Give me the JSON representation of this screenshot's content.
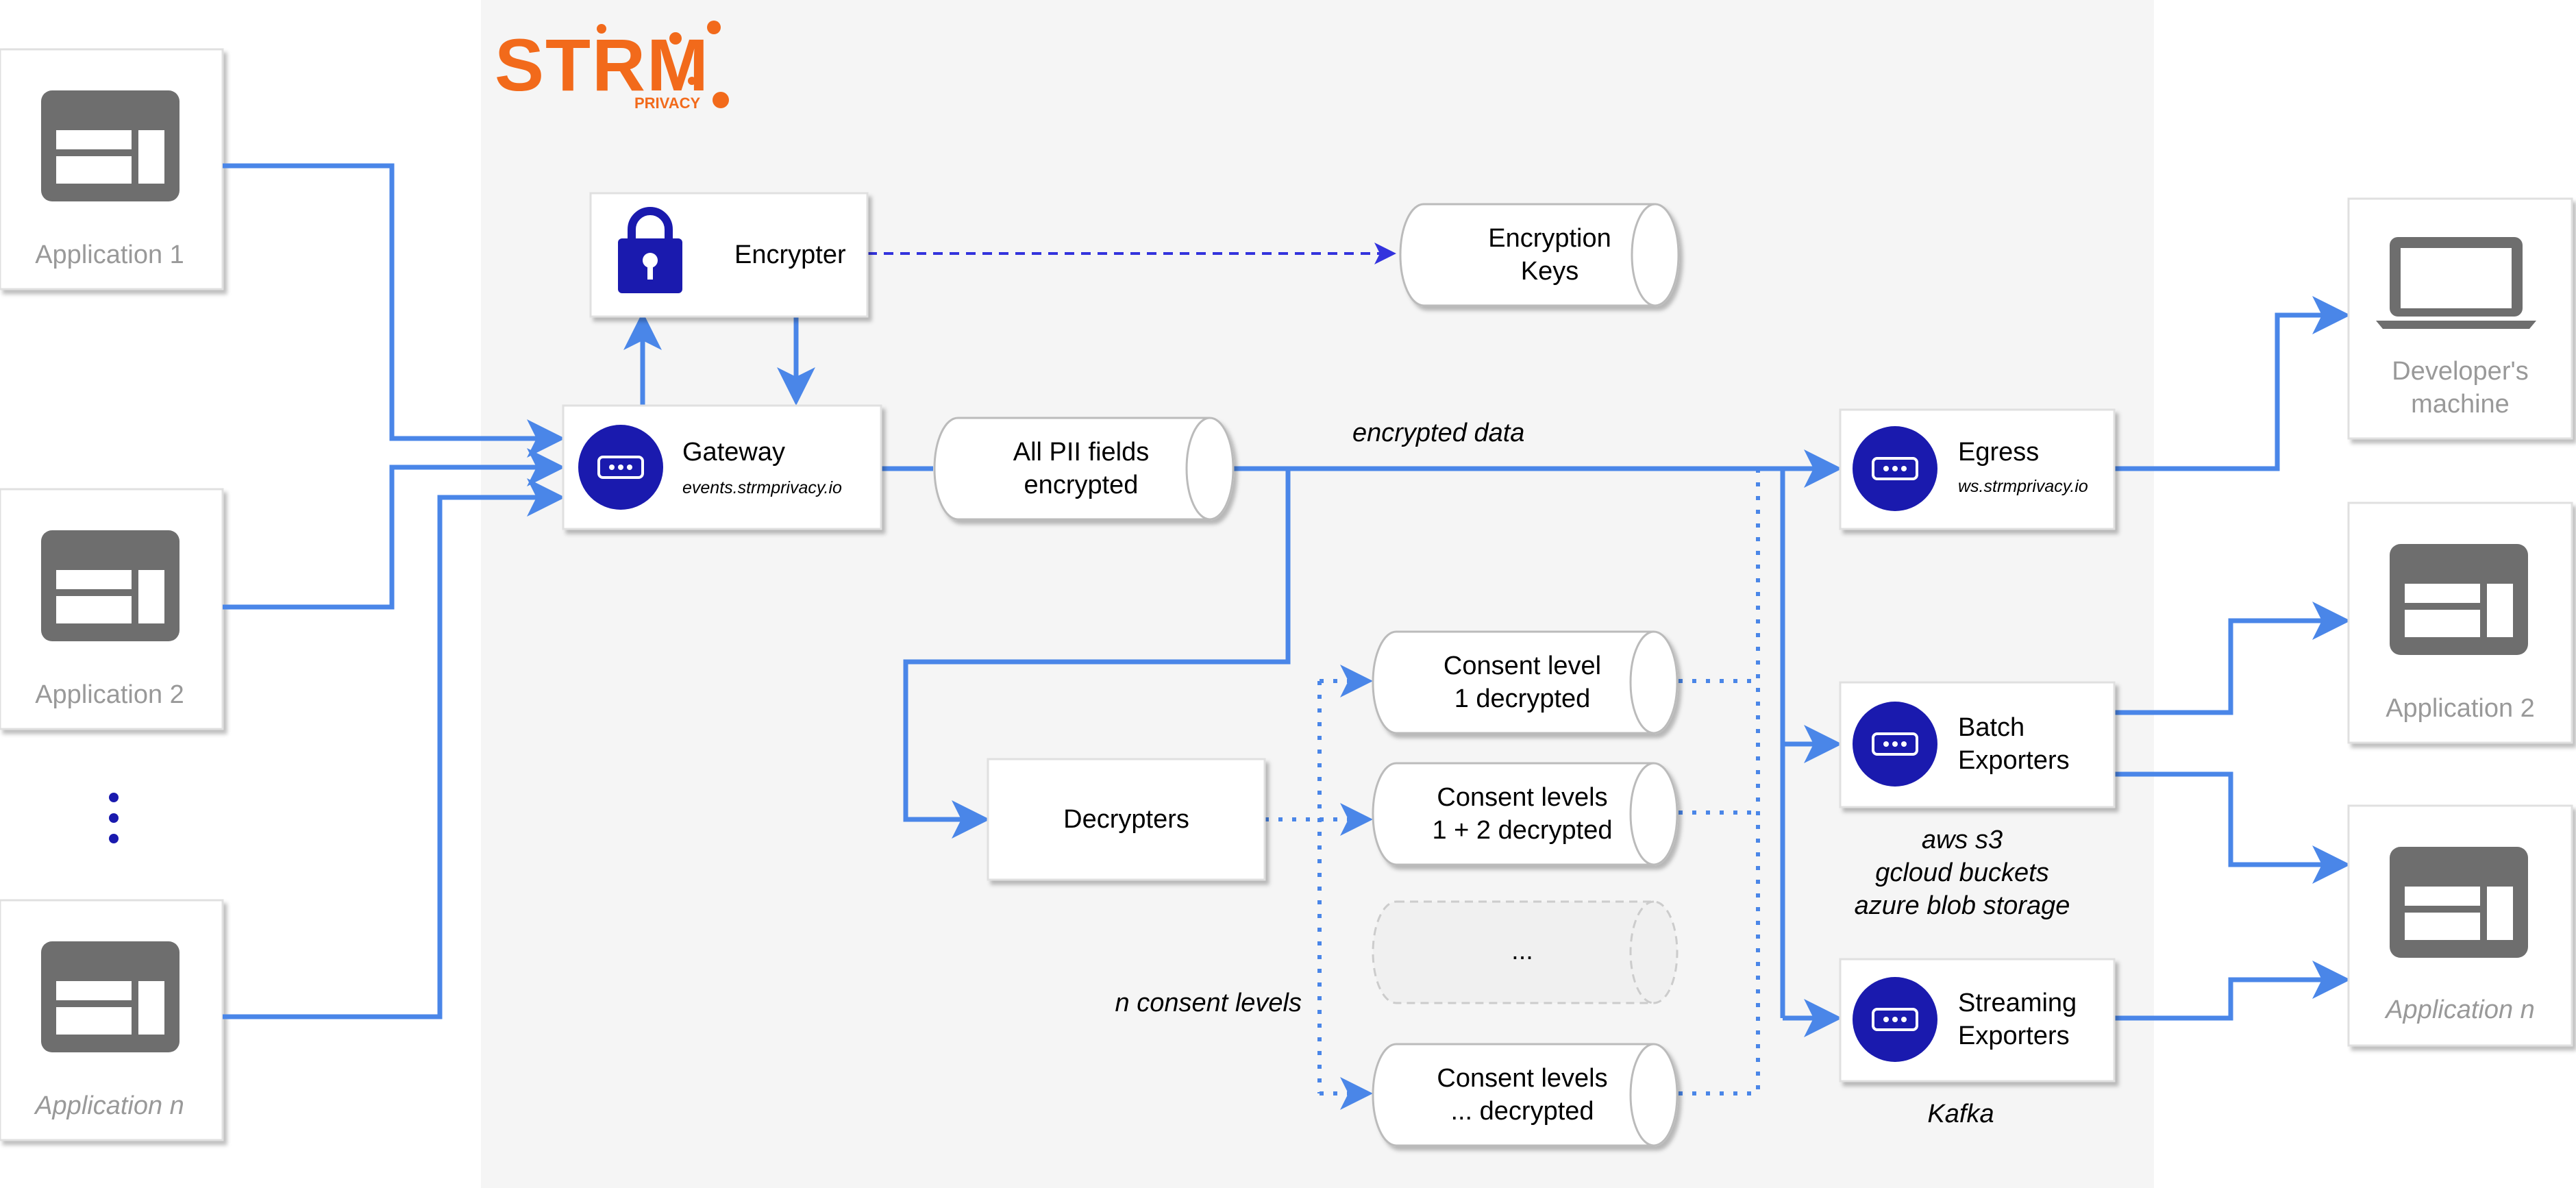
{
  "logo": {
    "wordmark": "STRM",
    "sub": "PRIVACY"
  },
  "colors": {
    "accent": "#4a86e8",
    "icon_blue": "#1a1aae",
    "logo_orange": "#f26a1b",
    "icon_gray": "#6e6e6e",
    "text_gray": "#999999"
  },
  "sources": [
    {
      "label": "Application 1",
      "icon": "app-window-icon"
    },
    {
      "label": "Application 2",
      "icon": "app-window-icon"
    },
    {
      "label": "Application n",
      "icon": "app-window-icon"
    }
  ],
  "components": {
    "encrypter": {
      "label": "Encrypter",
      "icon": "lock-icon"
    },
    "keys": {
      "line1": "Encryption",
      "line2": "Keys"
    },
    "gateway": {
      "label": "Gateway",
      "sub": "events.strmprivacy.io",
      "icon": "dots-icon"
    },
    "pii": {
      "line1": "All PII fields",
      "line2": "encrypted"
    },
    "encrypted_data": "encrypted data",
    "egress": {
      "label": "Egress",
      "sub": "ws.strmprivacy.io",
      "icon": "dots-icon"
    },
    "decrypters": {
      "label": "Decrypters"
    },
    "consent": [
      {
        "line1": "Consent level",
        "line2": "1 decrypted"
      },
      {
        "line1": "Consent levels",
        "line2": "1 + 2 decrypted"
      },
      {
        "line1": "...",
        "line2": ""
      },
      {
        "line1": "Consent levels",
        "line2": "... decrypted"
      }
    ],
    "n_consent": "n consent levels",
    "batch": {
      "line1": "Batch",
      "line2": "Exporters",
      "icon": "dots-icon"
    },
    "batch_targets": [
      "aws s3",
      "gcloud buckets",
      "azure blob storage"
    ],
    "streaming": {
      "line1": "Streaming",
      "line2": "Exporters",
      "icon": "dots-icon"
    },
    "streaming_target": "Kafka"
  },
  "destinations": [
    {
      "line1": "Developer's",
      "line2": "machine",
      "icon": "laptop-icon"
    },
    {
      "line1": "Application 2",
      "line2": "",
      "icon": "app-window-icon"
    },
    {
      "line1": "Application n",
      "line2": "",
      "icon": "app-window-icon"
    }
  ]
}
